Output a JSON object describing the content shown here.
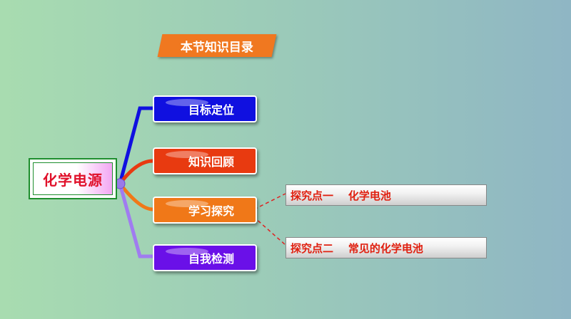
{
  "title": "本节知识目录",
  "root": {
    "label": "化学电源"
  },
  "branches": [
    {
      "label": "目标定位",
      "color": "#1010e0"
    },
    {
      "label": "知识回顾",
      "color": "#e83a10"
    },
    {
      "label": "学习探究",
      "color": "#f07818"
    },
    {
      "label": "自我检测",
      "color": "#6a10e8"
    }
  ],
  "subtopics": [
    {
      "label": "探究点一    化学电池"
    },
    {
      "label": "探究点二    常见的化学电池"
    }
  ],
  "colors": {
    "dashed_link": "#e02020",
    "hub": "#9a7ae8"
  }
}
